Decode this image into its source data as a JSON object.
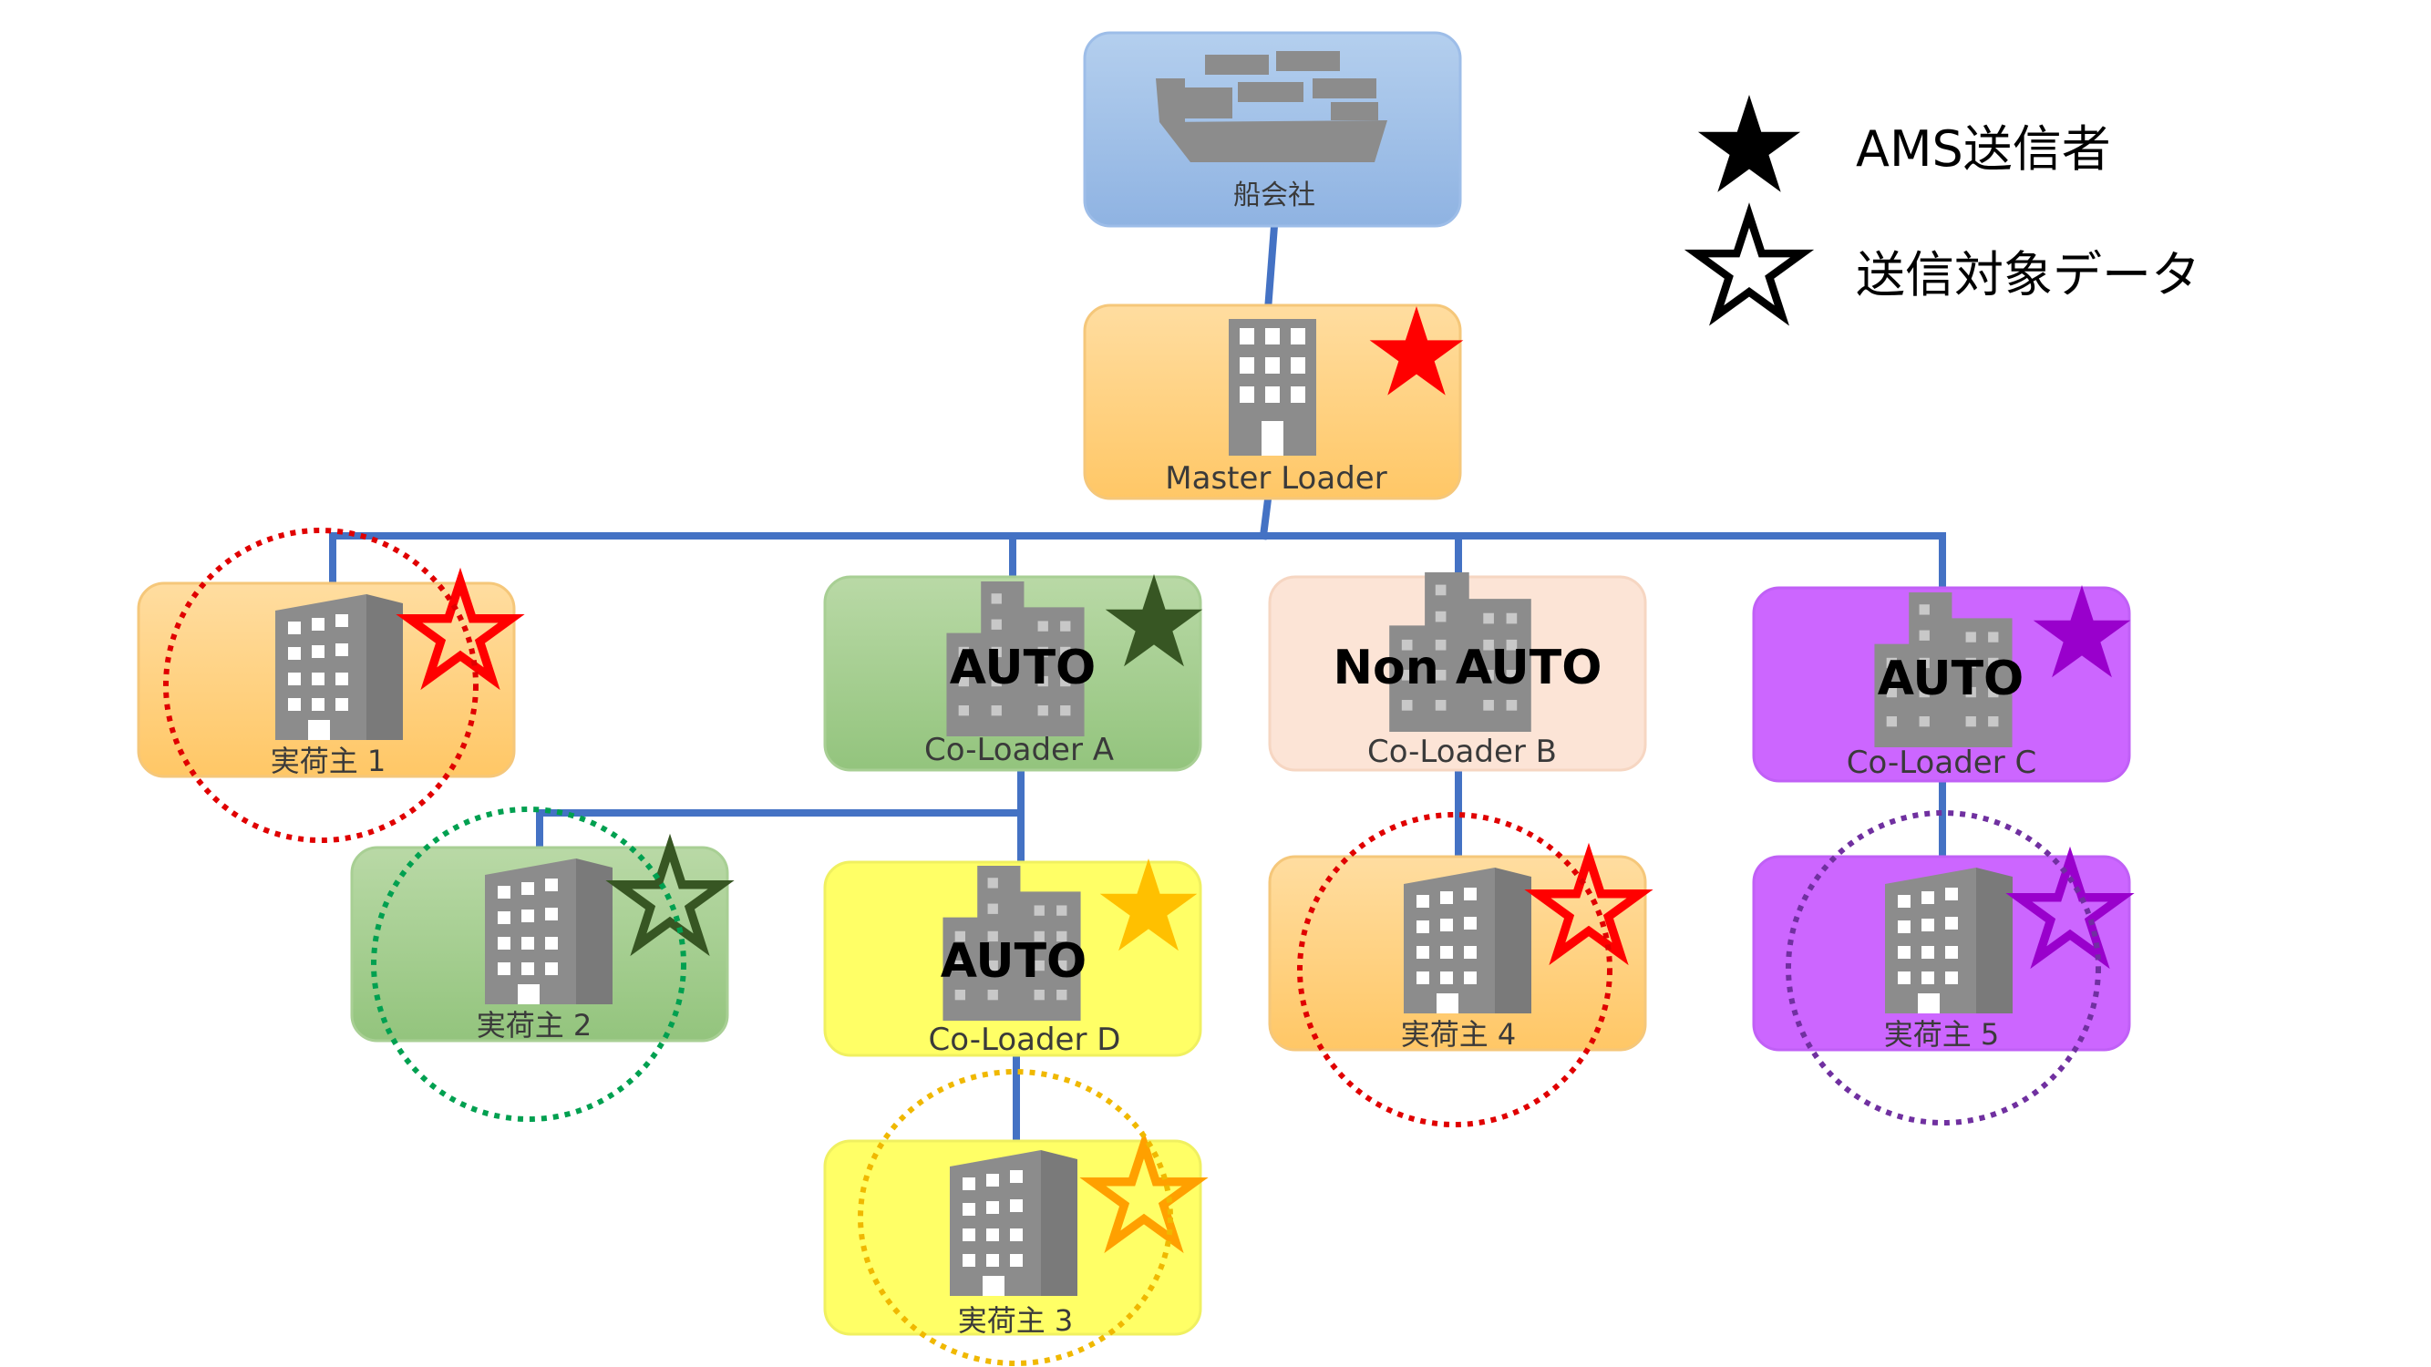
{
  "legend": {
    "filled_star_label": "AMS送信者",
    "outline_star_label": "送信対象データ"
  },
  "colors": {
    "connector": "#4472c4",
    "red": "#ff0000",
    "dark_green": "#375623",
    "gold": "#ffc000",
    "purple": "#9900cc",
    "building": "#8c8c8c"
  },
  "nodes": {
    "carrier": {
      "label": "船会社",
      "icon": "ship-icon"
    },
    "master_loader": {
      "label": "Master Loader",
      "icon": "building-icon",
      "star": "filled-red"
    },
    "coloader_a": {
      "label": "Co-Loader A",
      "tag": "AUTO",
      "icon": "building-icon",
      "star": "filled-dark-green"
    },
    "coloader_b": {
      "label": "Co-Loader B",
      "tag": "Non AUTO",
      "icon": "building-icon"
    },
    "coloader_c": {
      "label": "Co-Loader C",
      "tag": "AUTO",
      "icon": "building-icon",
      "star": "filled-purple"
    },
    "coloader_d": {
      "label": "Co-Loader D",
      "tag": "AUTO",
      "icon": "building-icon",
      "star": "filled-gold"
    },
    "shipper_1": {
      "label": "実荷主 1",
      "icon": "office-icon",
      "star": "outline-red"
    },
    "shipper_2": {
      "label": "実荷主 2",
      "icon": "office-icon",
      "star": "outline-dark-green"
    },
    "shipper_3": {
      "label": "実荷主 3",
      "icon": "office-icon",
      "star": "outline-gold"
    },
    "shipper_4": {
      "label": "実荷主 4",
      "icon": "office-icon",
      "star": "outline-red"
    },
    "shipper_5": {
      "label": "実荷主 5",
      "icon": "office-icon",
      "star": "outline-purple"
    }
  }
}
